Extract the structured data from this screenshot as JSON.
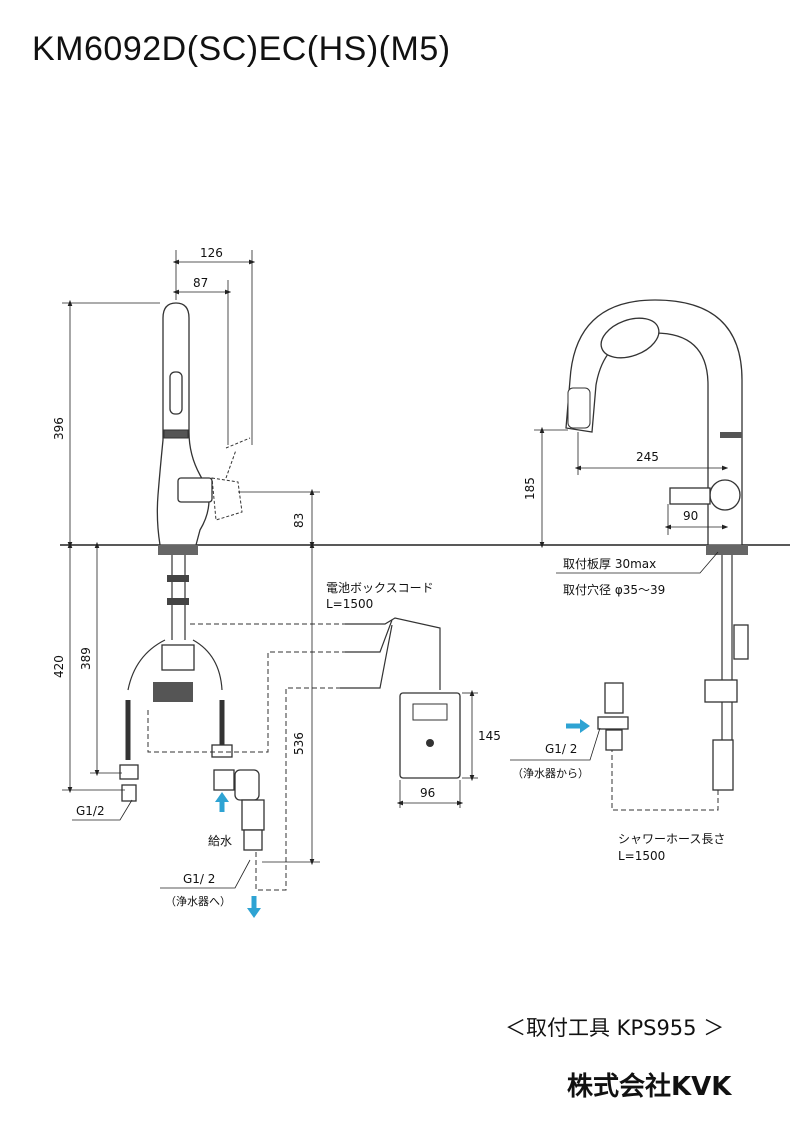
{
  "title": "KM6092D(SC)EC(HS)(M5)",
  "mounting_tool_caption": "＜取付工具 KPS955 ＞",
  "brand": "株式会社KVK",
  "colors": {
    "line": "#333333",
    "arrow": "#2ea3d3"
  },
  "dimensions": {
    "d126": "126",
    "d87": "87",
    "d396": "396",
    "d83": "83",
    "d420": "420",
    "d389": "389",
    "d536": "536",
    "d245": "245",
    "d185": "185",
    "d90": "90",
    "d145": "145",
    "d96": "96"
  },
  "labels": {
    "battery_cord": "電池ボックスコード",
    "battery_cord_length": "L=1500",
    "mount_thickness": "取付板厚 30max",
    "mount_hole": "取付穴径 φ35～39",
    "g12_left": "G1/2",
    "water_supply": "給水",
    "g12_bottom": "G1/ 2",
    "to_purifier": "（浄水器へ）",
    "g12_right": "G1/ 2",
    "from_purifier": "（浄水器から）",
    "shower_hose": "シャワーホース長さ",
    "shower_hose_length": "L=1500"
  },
  "icons": {
    "arrow_up": "arrow-up-icon",
    "arrow_down": "arrow-down-icon",
    "arrow_right": "arrow-right-icon"
  }
}
